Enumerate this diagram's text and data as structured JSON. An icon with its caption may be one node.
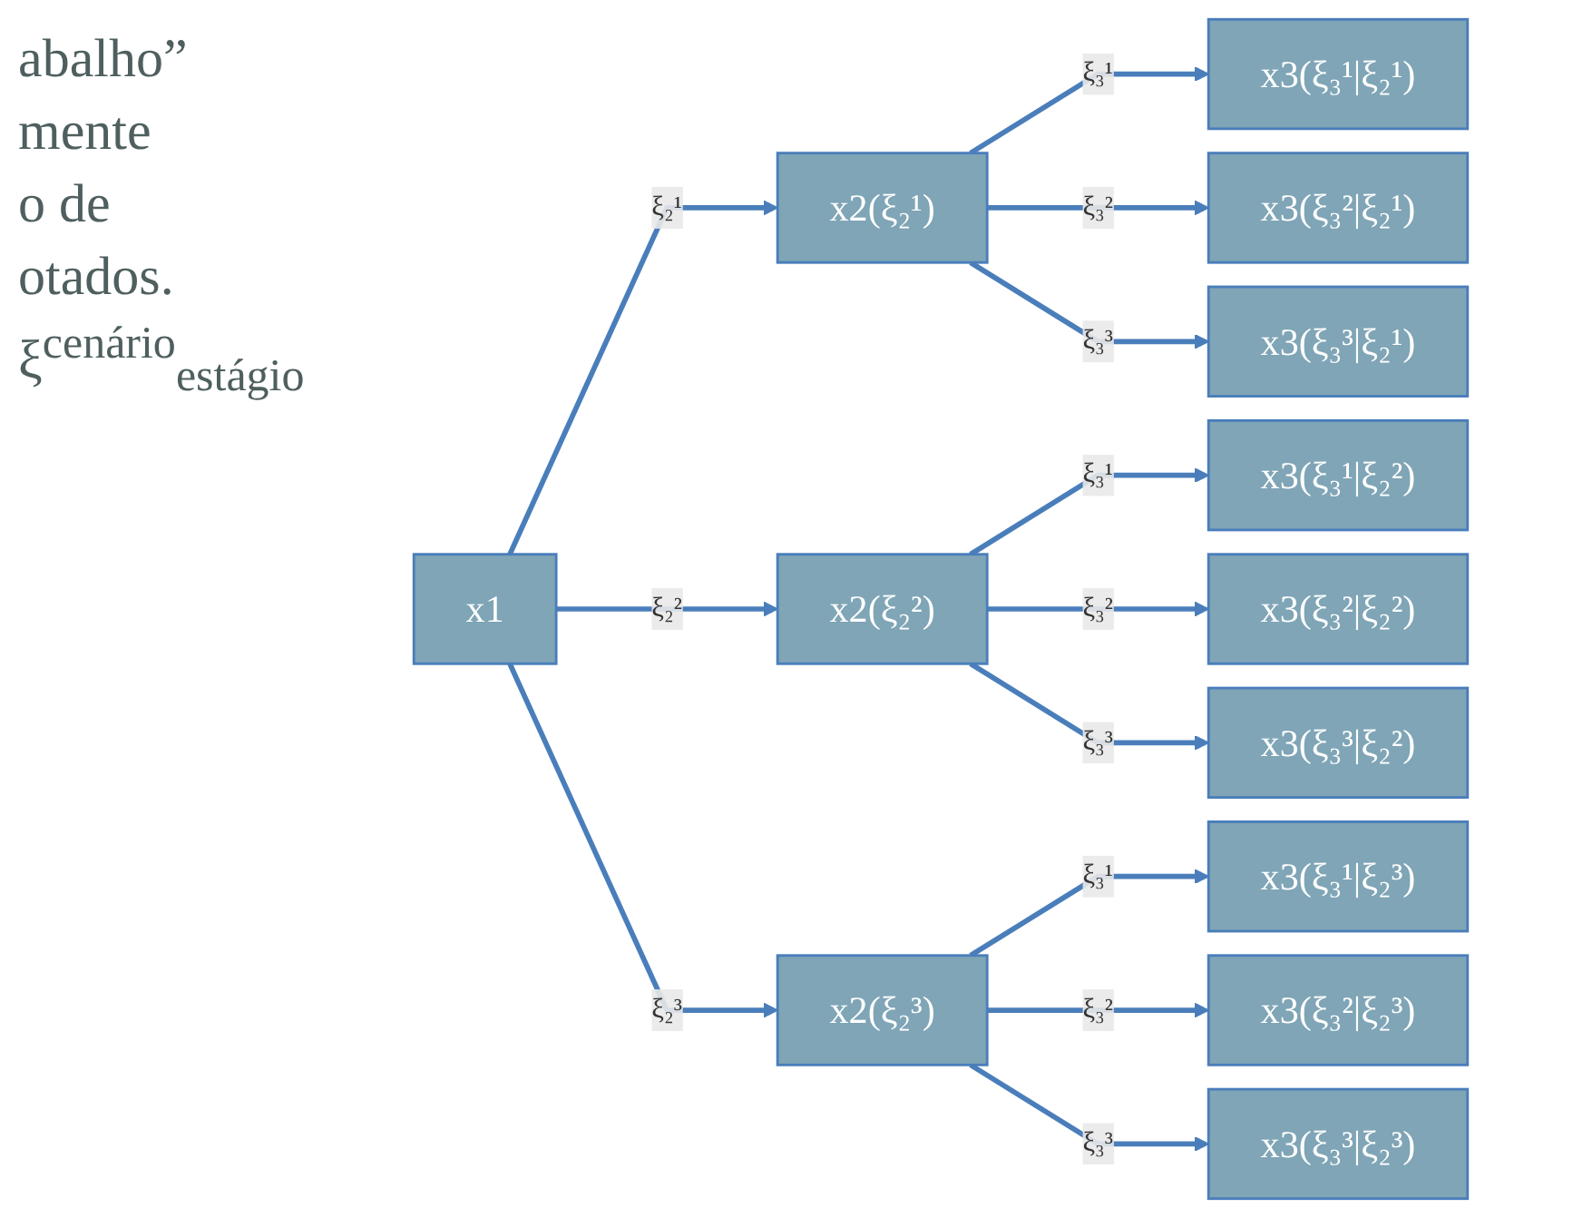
{
  "diagram": {
    "nodes": [
      {
        "text": [
          "x1"
        ]
      },
      {
        "text": [
          "x2(ξ₂¹)"
        ]
      },
      {
        "text": [
          "x2(ξ₂²)"
        ]
      },
      {
        "text": [
          "x2(ξ₂³)"
        ]
      },
      {
        "text": [
          "x3(ξ₃¹|ξ₂¹)"
        ]
      },
      {
        "text": [
          "x3(ξ₃²|ξ₂¹)"
        ]
      },
      {
        "text": [
          "x3(ξ₃³|ξ₂¹)"
        ]
      },
      {
        "text": [
          "x3(ξ₃¹|ξ₂²)"
        ]
      },
      {
        "text": [
          "x3(ξ₃²|ξ₂²)"
        ]
      },
      {
        "text": [
          "x3(ξ₃³|ξ₂²)"
        ]
      },
      {
        "text": [
          "x3(ξ₃¹|ξ₂³)"
        ]
      },
      {
        "text": [
          "x3(ξ₃²|ξ₂³)"
        ]
      },
      {
        "text": [
          "x3(ξ₃³|ξ₂³)"
        ]
      }
    ],
    "edges": [
      {
        "from": 0,
        "to": 1,
        "arrow": "to",
        "label": "ξ₂¹"
      },
      {
        "from": 0,
        "to": 2,
        "arrow": "to",
        "label": "ξ₂²"
      },
      {
        "from": 0,
        "to": 3,
        "arrow": "to",
        "label": "ξ₂³"
      },
      {
        "from": 1,
        "to": 4,
        "arrow": "to",
        "label": "ξ₃¹"
      },
      {
        "from": 1,
        "to": 5,
        "arrow": "to",
        "label": "ξ₃²"
      },
      {
        "from": 1,
        "to": 6,
        "arrow": "to",
        "label": "ξ₃³"
      },
      {
        "from": 2,
        "to": 7,
        "arrow": "to",
        "label": "ξ₃¹"
      },
      {
        "from": 2,
        "to": 8,
        "arrow": "to",
        "label": "ξ₃²"
      },
      {
        "from": 2,
        "to": 9,
        "arrow": "to",
        "label": "ξ₃³"
      },
      {
        "from": 3,
        "to": 10,
        "arrow": "to",
        "label": "ξ₃¹"
      },
      {
        "from": 3,
        "to": 11,
        "arrow": "to",
        "label": "ξ₃²"
      },
      {
        "from": 3,
        "to": 12,
        "arrow": "to",
        "label": "ξ₃³"
      }
    ],
    "labels": [
      "abalho”",
      "mente",
      "o de",
      "otados.",
      "ξ$^{cenário}$$_{estágio}$"
    ]
  }
}
